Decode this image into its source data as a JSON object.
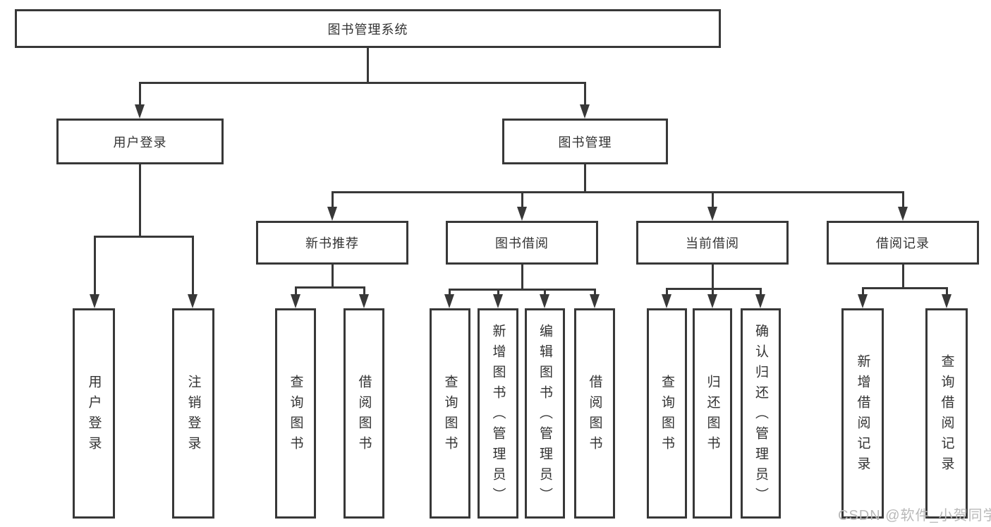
{
  "diagram": {
    "title": "图书管理系统",
    "root": {
      "label": "图书管理系统"
    },
    "branches": {
      "user_login": {
        "label": "用户登录",
        "children": [
          {
            "label": "用户登录"
          },
          {
            "label": "注销登录"
          }
        ]
      },
      "book_mgmt": {
        "label": "图书管理",
        "sections": {
          "new_books": {
            "label": "新书推荐",
            "children": [
              {
                "label": "查询图书"
              },
              {
                "label": "借阅图书"
              }
            ]
          },
          "book_borrow": {
            "label": "图书借阅",
            "children": [
              {
                "label": "查询图书"
              },
              {
                "label": "新增图书（管理员）"
              },
              {
                "label": "编辑图书（管理员）"
              },
              {
                "label": "借阅图书"
              }
            ]
          },
          "current_borrow": {
            "label": "当前借阅",
            "children": [
              {
                "label": "查询图书"
              },
              {
                "label": "归还图书"
              },
              {
                "label": "确认归还（管理员）"
              }
            ]
          },
          "borrow_records": {
            "label": "借阅记录",
            "children": [
              {
                "label": "新增借阅记录"
              },
              {
                "label": "查询借阅记录"
              }
            ]
          }
        }
      }
    },
    "colors": {
      "line": "#383838",
      "text": "#333333",
      "watermark": "#b9b9b9",
      "background": "#ffffff"
    }
  },
  "watermark": {
    "text": "CSDN @软件_小贺同学"
  }
}
